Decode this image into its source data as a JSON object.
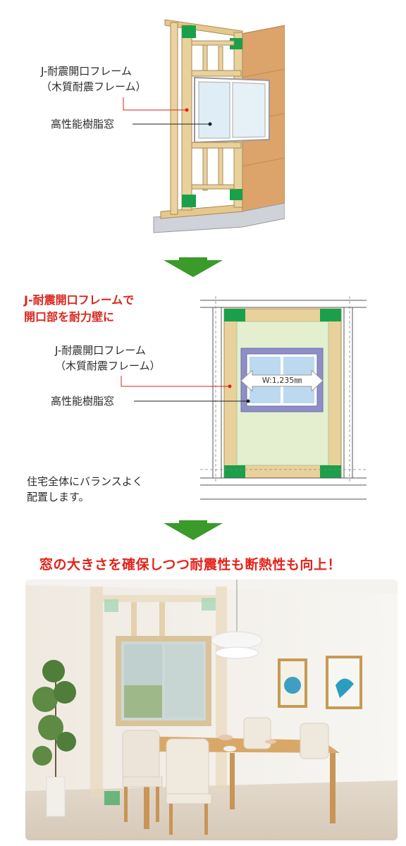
{
  "section1": {
    "label_frame_1": "J-耐震開口フレーム",
    "label_frame_2": "（木質耐震フレーム）",
    "label_window": "高性能樹脂窓"
  },
  "section2": {
    "title_line1": "J-耐震開口フレームで",
    "title_line2": "開口部を耐力壁に",
    "label_frame_1": "J-耐震開口フレーム",
    "label_frame_2": "（木質耐震フレーム）",
    "label_window": "高性能樹脂窓",
    "width_label": "W:1,235㎜",
    "note_line1": "住宅全体にバランスよく",
    "note_line2": "配置します。"
  },
  "headline": "窓の大きさを確保しつつ耐震性も断熱性も向上！",
  "colors": {
    "accent_red": "#e32219",
    "arrow_green": "#3a9a2a",
    "frame_green": "#1aa04a",
    "wood": "#e9d19c",
    "panel": "#e4efcf",
    "window_blue": "#bcd9ef",
    "window_frame": "#8d8fc6"
  },
  "icons": [
    "down-arrow-icon",
    "double-arrow-icon"
  ]
}
